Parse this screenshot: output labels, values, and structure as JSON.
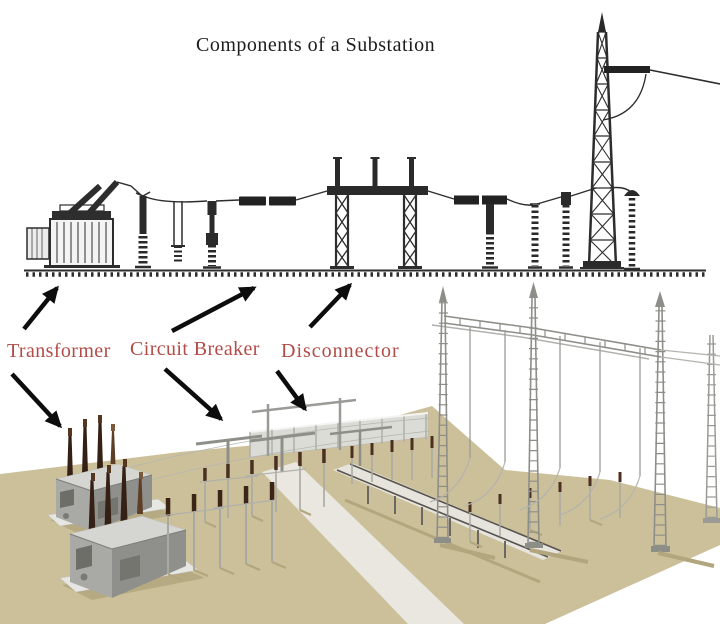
{
  "title": "Components of a Substation",
  "labels": {
    "transformer": "Transformer",
    "circuit_breaker": "Circuit Breaker",
    "disconnector": "Disconnector"
  },
  "annotations": [
    {
      "label": "Transformer",
      "arrows": [
        "up-to-elevation-drawing",
        "down-to-3d-render"
      ]
    },
    {
      "label": "Circuit Breaker",
      "arrows": [
        "up-to-elevation-drawing",
        "down-to-3d-render"
      ]
    },
    {
      "label": "Disconnector",
      "arrows": [
        "up-to-elevation-drawing",
        "down-to-3d-render"
      ]
    }
  ],
  "colors": {
    "label_red": "#b14c47",
    "ink": "#2d2d2d",
    "arrow_black": "#0d0d0d",
    "ground_tan": "#ccc09a",
    "shadow_tan": "#b2a67e",
    "steel_gray": "#8e8e89",
    "steel_light": "#c6c6c3",
    "transformer_gray": "#a9a9a5",
    "bushing_brown": "#342015",
    "road_light": "#e9e7df"
  }
}
